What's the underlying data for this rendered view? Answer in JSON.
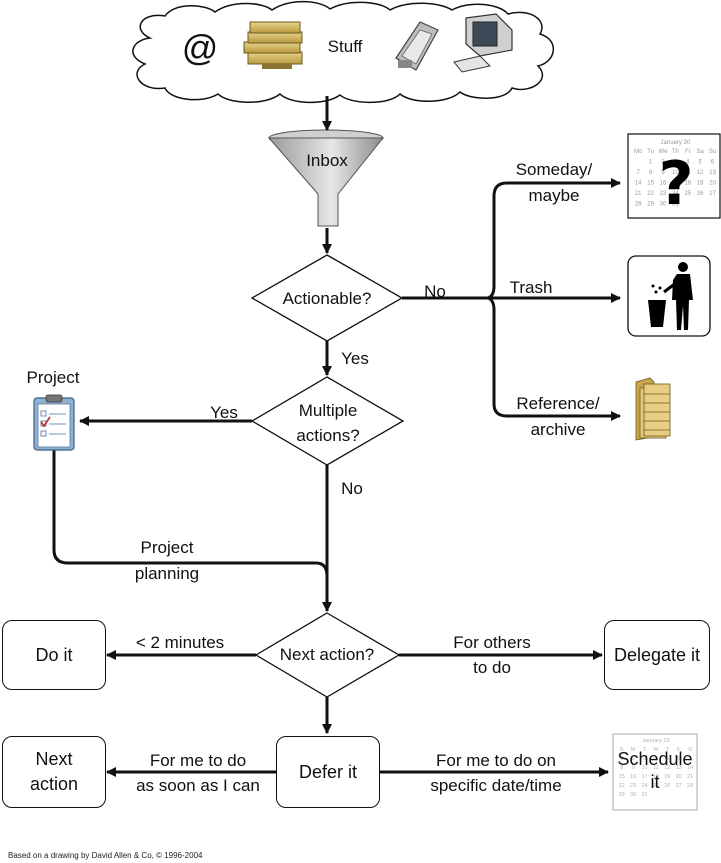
{
  "stuff": {
    "at_symbol": "@",
    "label": "Stuff"
  },
  "inbox": {
    "label": "Inbox"
  },
  "actionable": {
    "question": "Actionable?",
    "no_label": "No",
    "yes_label": "Yes"
  },
  "someday": {
    "line1": "Someday/",
    "line2": "maybe",
    "calendar": {
      "month": "January 30",
      "days": [
        "Mo",
        "Tu",
        "We",
        "Th",
        "Fr",
        "Sa",
        "Su"
      ],
      "numbers": [
        "1",
        "2",
        "3",
        "4",
        "5",
        "6",
        "7",
        "8",
        "9",
        "10",
        "11",
        "12",
        "13",
        "14",
        "15",
        "16",
        "17",
        "18",
        "19",
        "20",
        "21",
        "22",
        "23",
        "24",
        "25",
        "26",
        "27",
        "28",
        "29",
        "30",
        "31"
      ]
    },
    "icon": "question-mark-calendar-icon"
  },
  "trash": {
    "label": "Trash",
    "icon": "trash-person-icon"
  },
  "reference": {
    "line1": "Reference/",
    "line2": "archive",
    "icon": "file-folders-icon"
  },
  "project": {
    "label": "Project",
    "icon": "clipboard-checklist-icon"
  },
  "multiple": {
    "line1": "Multiple",
    "line2": "actions?",
    "yes_label": "Yes",
    "no_label": "No"
  },
  "planning": {
    "line1": "Project",
    "line2": "planning"
  },
  "next_action_q": {
    "question": "Next action?",
    "lt2_label": "< 2 minutes",
    "others_line1": "For others",
    "others_line2": "to do"
  },
  "do_it": {
    "label": "Do it"
  },
  "delegate_it": {
    "label": "Delegate it"
  },
  "defer_it": {
    "label": "Defer it",
    "asap_line1": "For me to do",
    "asap_line2": "as soon as I can",
    "date_line1": "For me to do on",
    "date_line2": "specific date/time"
  },
  "next_action_box": {
    "line1": "Next",
    "line2": "action"
  },
  "schedule": {
    "line1": "Schedule",
    "line2": "it",
    "calendar": {
      "month": "January 23",
      "days": [
        "S",
        "M",
        "T",
        "W",
        "T",
        "F",
        "S"
      ],
      "numbers": [
        "1",
        "2",
        "3",
        "4",
        "5",
        "6",
        "7",
        "8",
        "9",
        "10",
        "11",
        "12",
        "13",
        "14",
        "15",
        "16",
        "17",
        "18",
        "19",
        "20",
        "21",
        "22",
        "23",
        "24",
        "25",
        "26",
        "27",
        "28",
        "29",
        "30",
        "31"
      ]
    }
  },
  "footer": "Based on a drawing by David Allen & Co, ©  1996-2004",
  "colors": {
    "line": "#111111",
    "funnel_dark": "#8a8a8a",
    "funnel_light": "#dcdcdc",
    "folder": "#d9b85f",
    "clipboard": "#7aa2c8"
  }
}
